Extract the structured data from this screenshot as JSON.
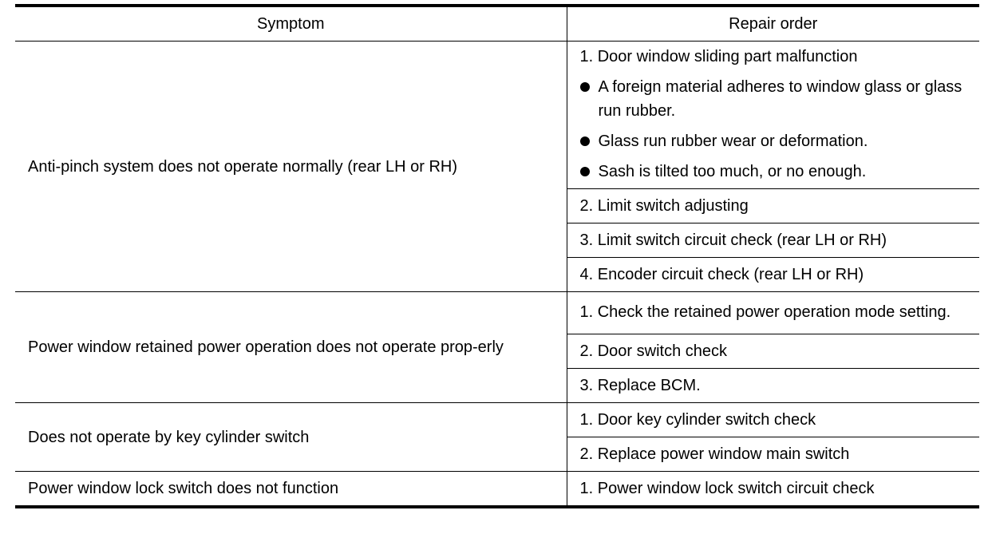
{
  "headers": {
    "symptom": "Symptom",
    "repair_order": "Repair order"
  },
  "rows": [
    {
      "symptom": "Anti-pinch system does not operate normally (rear LH or RH)",
      "steps": [
        {
          "text": "1. Door window sliding part malfunction",
          "bullets": [
            "A foreign material adheres to window glass or glass run rubber.",
            "Glass run rubber wear or deformation.",
            "Sash is tilted too much, or no enough."
          ]
        },
        {
          "text": "2. Limit switch adjusting"
        },
        {
          "text": "3. Limit switch circuit check (rear LH or RH)"
        },
        {
          "text": "4. Encoder circuit check (rear LH or RH)"
        }
      ]
    },
    {
      "symptom": "Power window retained power operation does not operate prop-erly",
      "steps": [
        {
          "text": "1. Check the retained power operation mode setting."
        },
        {
          "text": "2. Door switch check"
        },
        {
          "text": "3. Replace BCM."
        }
      ]
    },
    {
      "symptom": "Does not operate by key cylinder switch",
      "steps": [
        {
          "text": "1. Door key cylinder switch check"
        },
        {
          "text": "2. Replace power window main switch"
        }
      ]
    },
    {
      "symptom": "Power window lock switch does not function",
      "steps": [
        {
          "text": "1. Power window lock switch circuit check"
        }
      ]
    }
  ]
}
